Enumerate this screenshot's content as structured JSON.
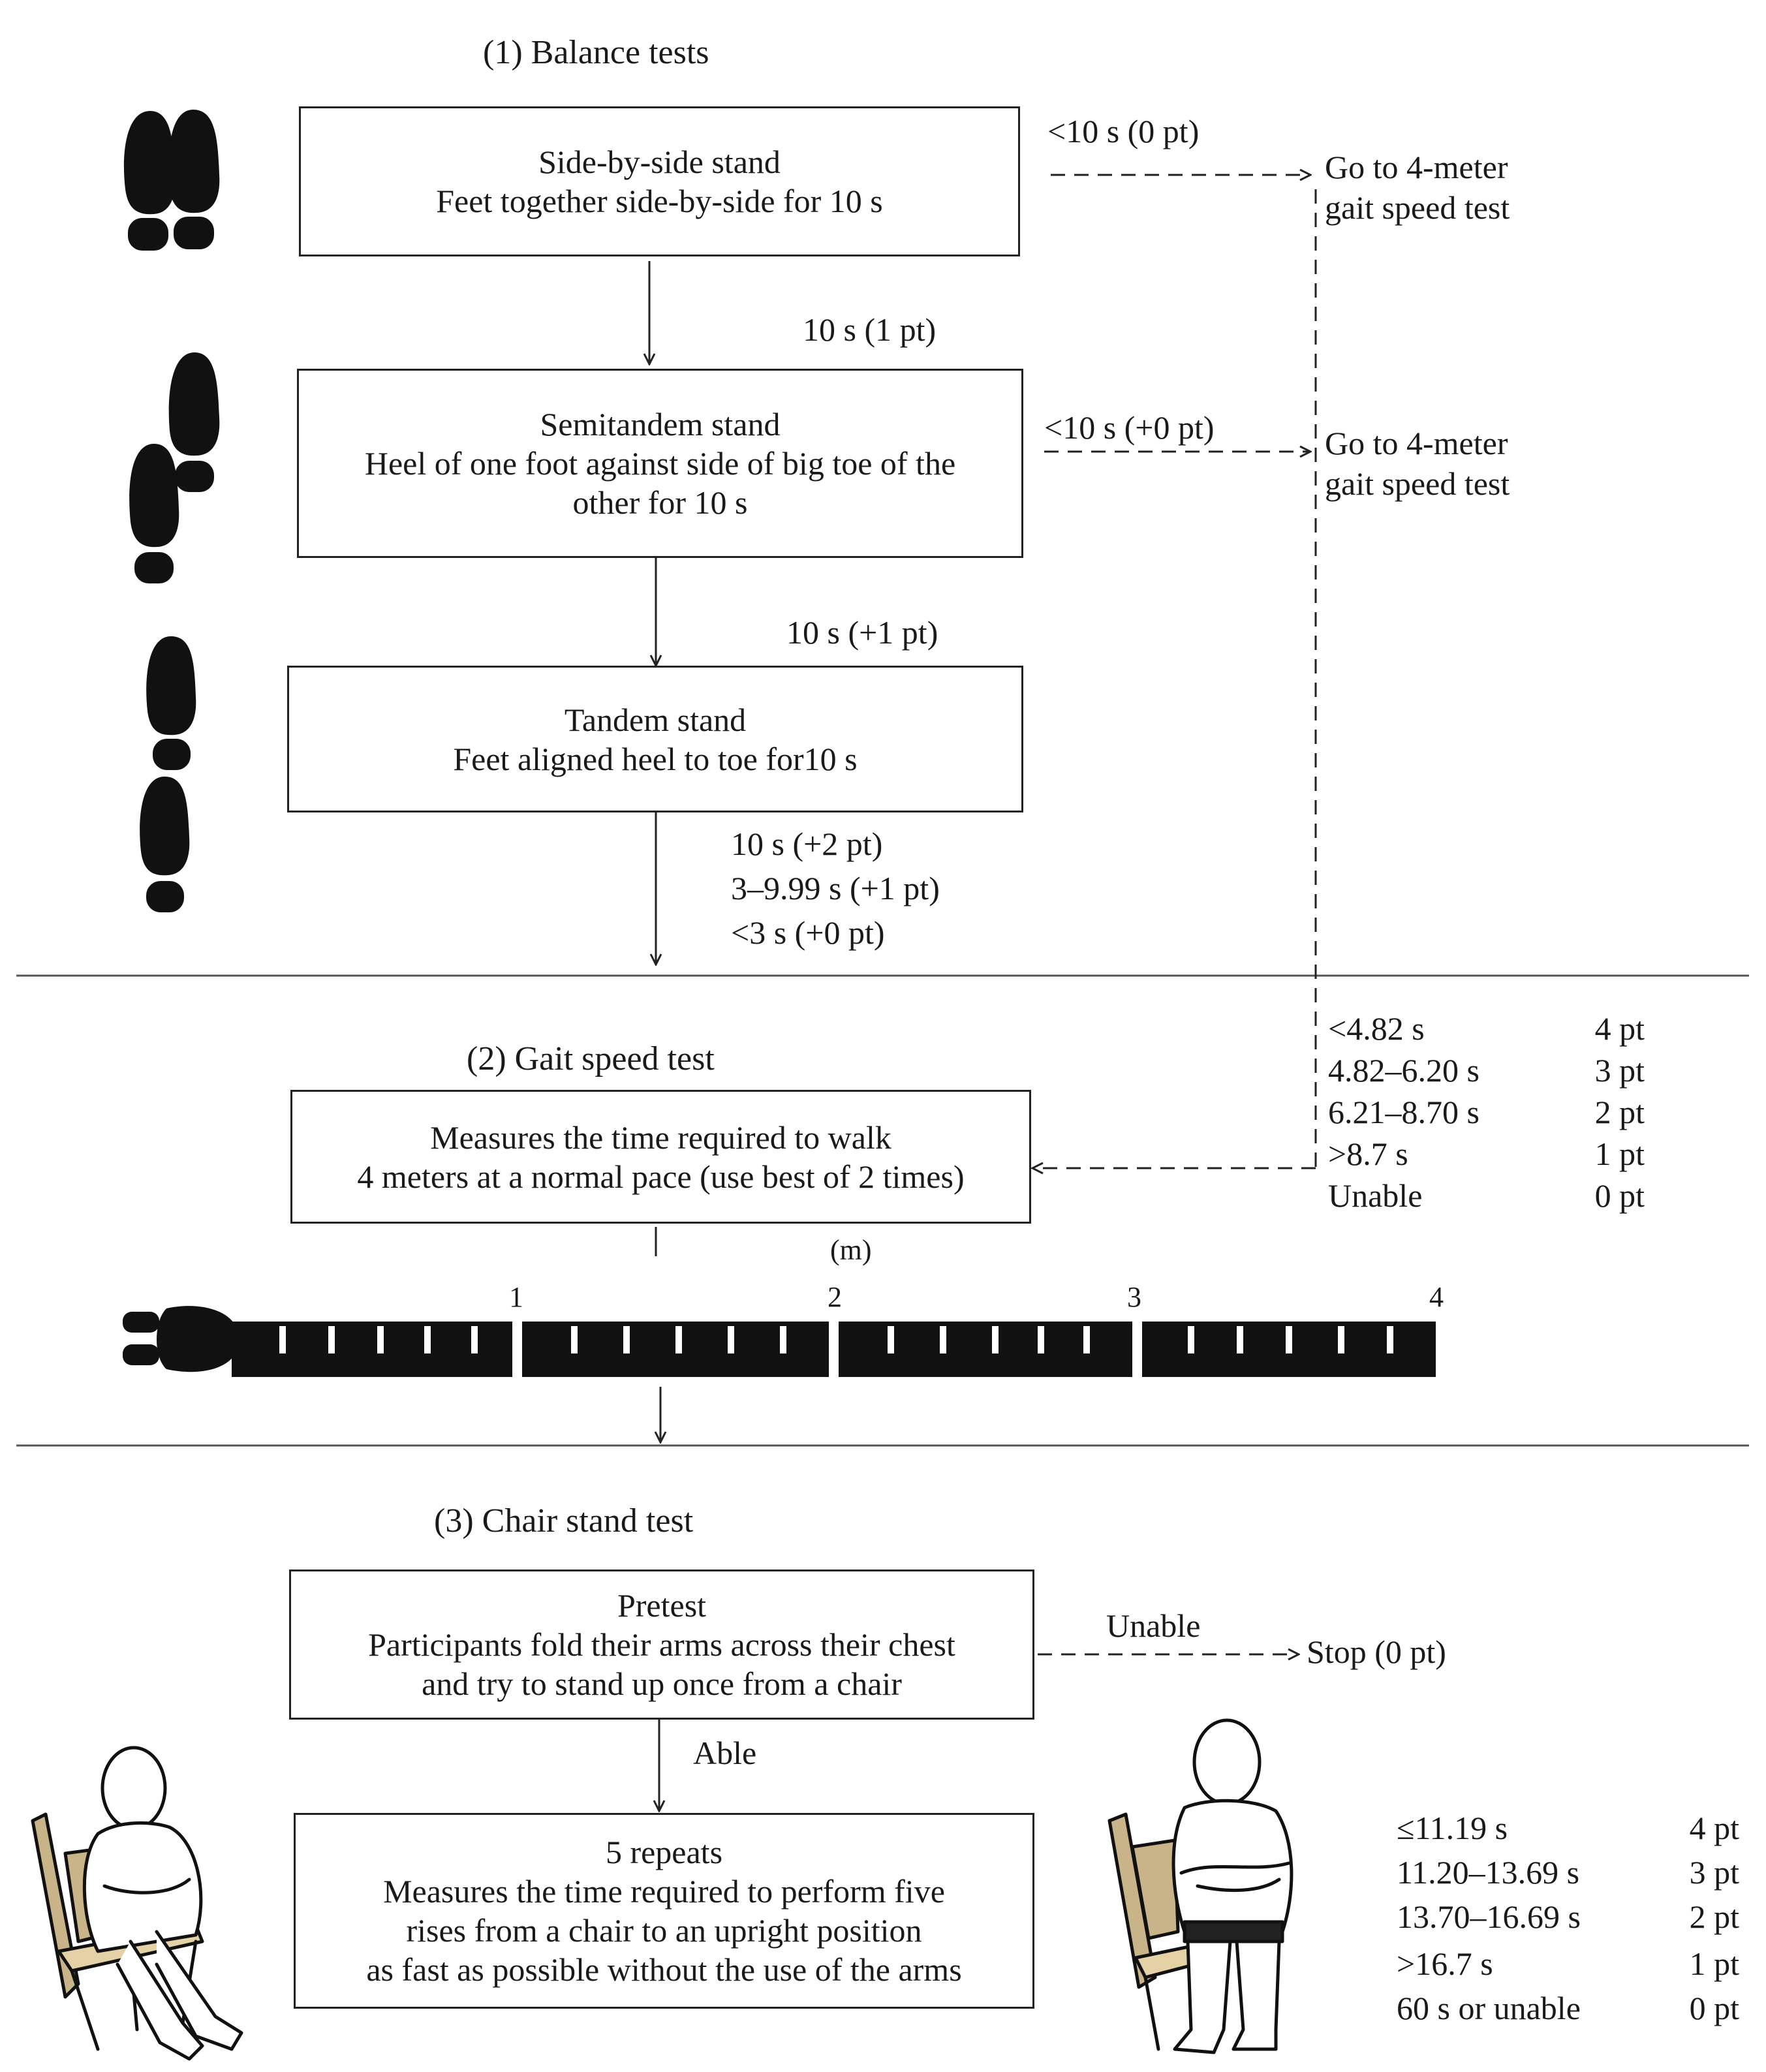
{
  "balance": {
    "title": "(1) Balance tests",
    "side_by_side": {
      "title": "Side-by-side stand",
      "desc": "Feet together side-by-side for 10 s"
    },
    "semitandem": {
      "title": "Semitandem stand",
      "desc1": "Heel of one foot against side of big toe of the",
      "desc2": "other for 10 s"
    },
    "tandem": {
      "title": "Tandem stand",
      "desc": "Feet aligned heel to toe for10 s"
    },
    "label_fail_1": "<10 s (0 pt)",
    "label_pass_1": "10 s (1 pt)",
    "label_fail_2": "<10 s (+0 pt)",
    "label_pass_2": "10 s (+1 pt)",
    "tandem_scores": [
      "10 s (+2 pt)",
      "3–9.99 s (+1 pt)",
      "<3 s (+0 pt)"
    ],
    "goto_1": [
      "Go to 4-meter",
      "gait speed test"
    ],
    "goto_2": [
      "Go to 4-meter",
      "gait speed test"
    ]
  },
  "gait": {
    "title": "(2) Gait speed test",
    "box": [
      "Measures the time required to walk",
      "4 meters at a normal pace (use best of 2 times)"
    ],
    "unit": "(m)",
    "ticks": [
      "1",
      "2",
      "3",
      "4"
    ],
    "scores": [
      {
        "range": "<4.82 s",
        "pt": "4 pt"
      },
      {
        "range": "4.82–6.20 s",
        "pt": "3 pt"
      },
      {
        "range": "6.21–8.70 s",
        "pt": "2 pt"
      },
      {
        "range": ">8.7 s",
        "pt": "1 pt"
      },
      {
        "range": "Unable",
        "pt": "0 pt"
      }
    ]
  },
  "chair": {
    "title": "(3) Chair stand test",
    "pretest": [
      "Pretest",
      "Participants fold their arms across their chest",
      "and try to stand up once from a chair"
    ],
    "unable_label": "Unable",
    "stop_label": "Stop (0 pt)",
    "able_label": "Able",
    "repeats": [
      "5 repeats",
      "Measures the time required to perform five",
      "rises from a chair to an upright position",
      "as fast as possible without the use of the arms"
    ],
    "scores": [
      {
        "range": "≤11.19 s",
        "pt": "4 pt"
      },
      {
        "range": "11.20–13.69 s",
        "pt": "3 pt"
      },
      {
        "range": "13.70–16.69 s",
        "pt": "2 pt"
      },
      {
        "range": ">16.7 s",
        "pt": "1 pt"
      },
      {
        "range": "60 s or unable",
        "pt": "0 pt"
      }
    ]
  },
  "colors": {
    "line": "#222222",
    "chair_wood": "#c9b48a",
    "chair_seat": "#e4d2a6"
  }
}
